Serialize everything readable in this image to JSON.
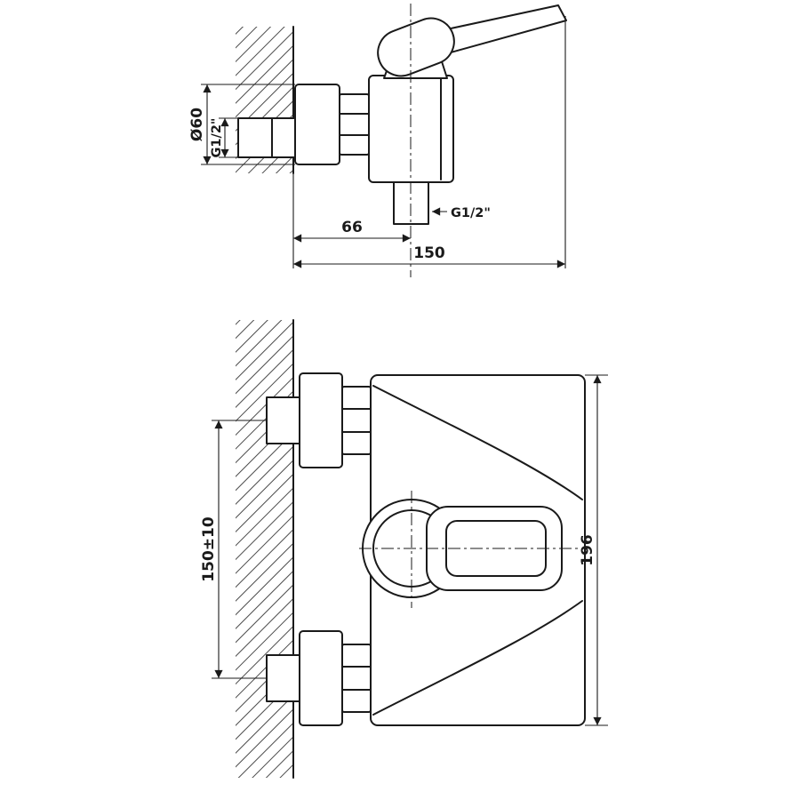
{
  "colors": {
    "line": "#1a1a1a",
    "background": "#ffffff",
    "hatch": "#4a4a4a"
  },
  "dims": {
    "side": {
      "flange_diameter": "Ø60",
      "inlet_thread": "G1/2\"",
      "outlet_thread": "G1/2\"",
      "wall_to_outlet": "66",
      "overall_depth": "150"
    },
    "front": {
      "inlet_spacing": "150±10",
      "body_height": "196"
    }
  }
}
